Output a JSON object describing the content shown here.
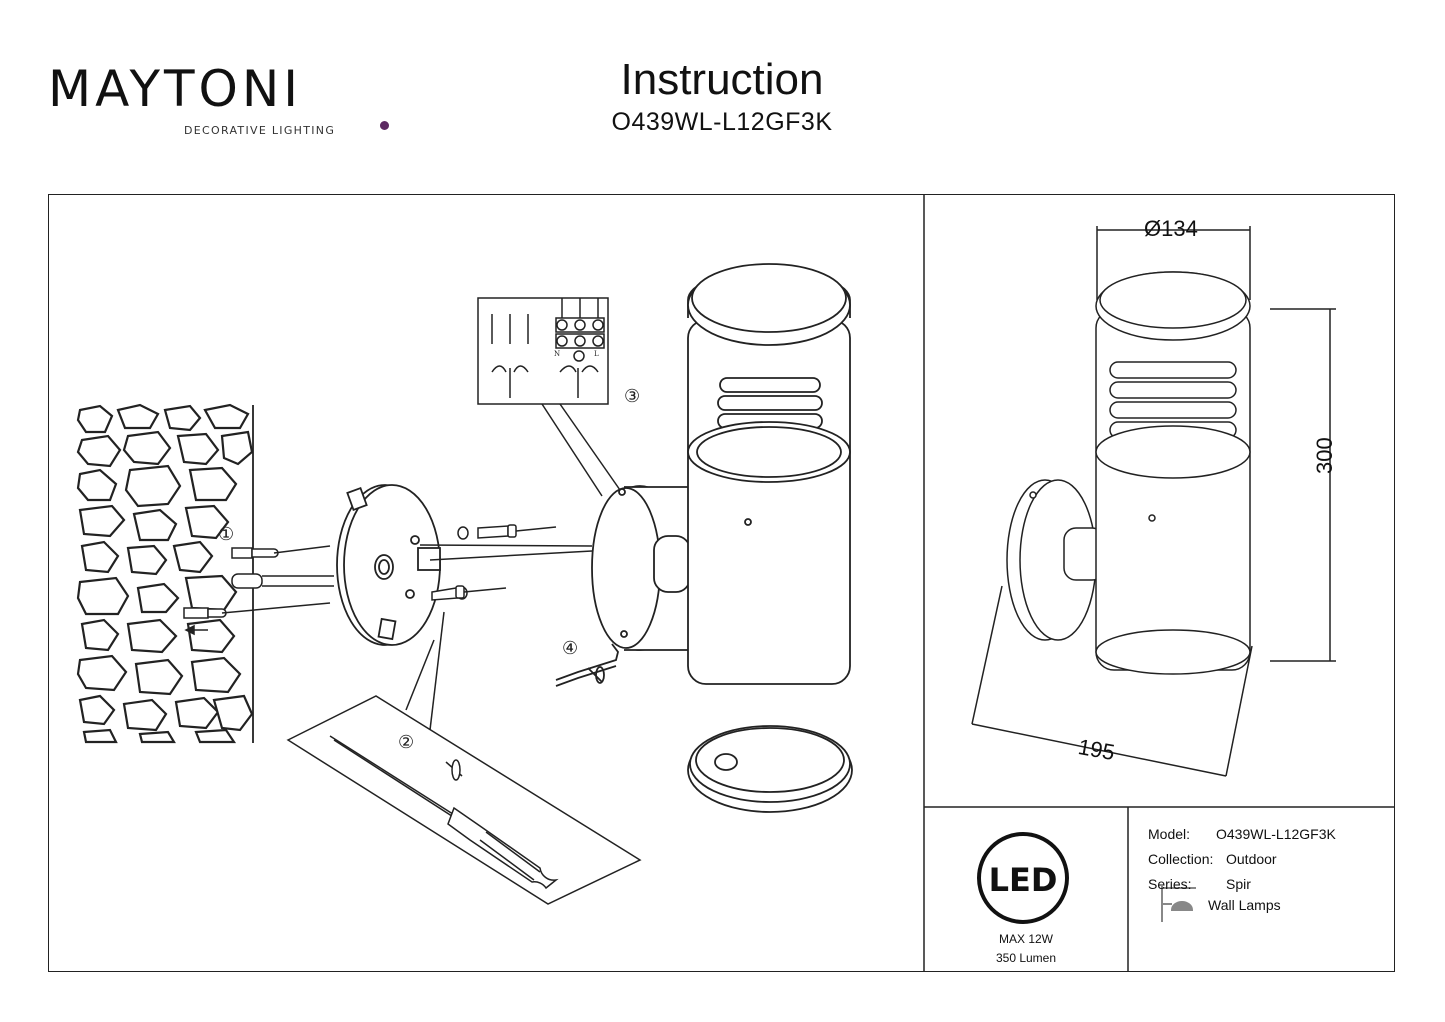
{
  "header": {
    "brand": "MAYTONI",
    "brand_tagline": "DECORATIVE LIGHTING",
    "title": "Instruction",
    "model_code": "O439WL-L12GF3K"
  },
  "steps": [
    "①",
    "②",
    "③",
    "④"
  ],
  "terminal_labels": [
    "N",
    "L"
  ],
  "dimensions": {
    "diameter": "Ø134",
    "height": "300",
    "depth": "195"
  },
  "led": {
    "badge": "LED",
    "power": "MAX 12W",
    "flux": "350 Lumen"
  },
  "specs": {
    "model_label": "Model:",
    "model_value": "O439WL-L12GF3K",
    "collection_label": "Collection:",
    "collection_value": "Outdoor",
    "series_label": "Series:",
    "series_value": "Spir",
    "type_value": "Wall Lamps"
  },
  "colors": {
    "brand_dot": "#5d2a62",
    "line": "#222222"
  },
  "icons": [
    "wall-lamp-icon",
    "led-badge-icon"
  ]
}
